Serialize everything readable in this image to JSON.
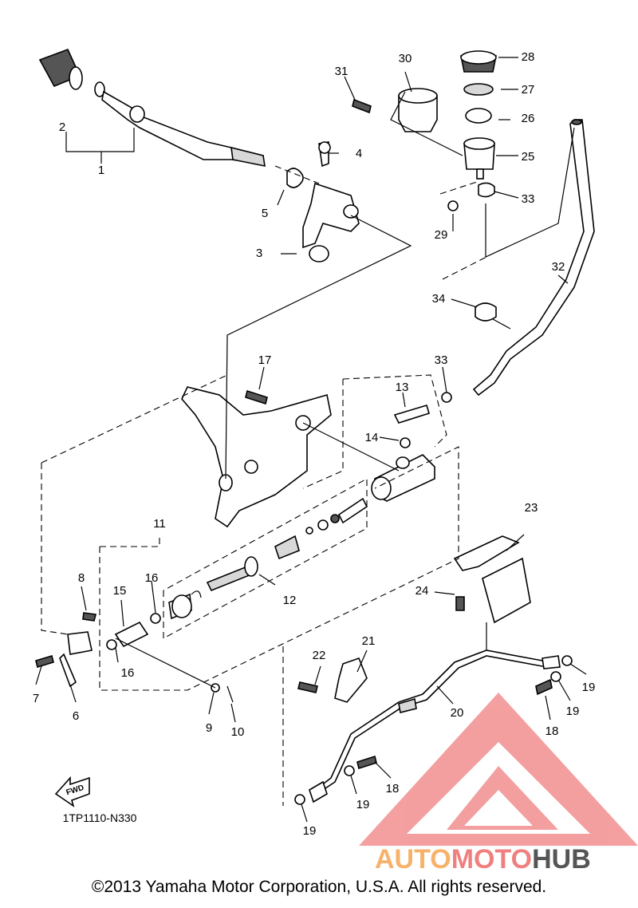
{
  "labels": {
    "p1": "1",
    "p2": "2",
    "p3": "3",
    "p4": "4",
    "p5": "5",
    "p6": "6",
    "p7": "7",
    "p8": "8",
    "p9": "9",
    "p10": "10",
    "p11": "11",
    "p12": "12",
    "p13": "13",
    "p14": "14",
    "p15": "15",
    "p16a": "16",
    "p16b": "16",
    "p17": "17",
    "p18a": "18",
    "p18b": "18",
    "p19a": "19",
    "p19b": "19",
    "p19c": "19",
    "p19d": "19",
    "p20": "20",
    "p21": "21",
    "p22": "22",
    "p23": "23",
    "p24": "24",
    "p25": "25",
    "p26": "26",
    "p27": "27",
    "p28": "28",
    "p29": "29",
    "p30": "30",
    "p31": "31",
    "p32": "32",
    "p33a": "33",
    "p33b": "33",
    "p34": "34"
  },
  "fwd_label": "FWD",
  "ref_code": "1TP1110-N330",
  "copyright": "©2013 Yamaha Motor Corporation, U.S.A. All rights reserved.",
  "watermark": {
    "part1": "AUTO",
    "part2": "MOTO",
    "part3": "HUB"
  },
  "colors": {
    "watermark_orange": "#f7b26a",
    "watermark_red": "#f08080",
    "watermark_dark": "#555555"
  }
}
